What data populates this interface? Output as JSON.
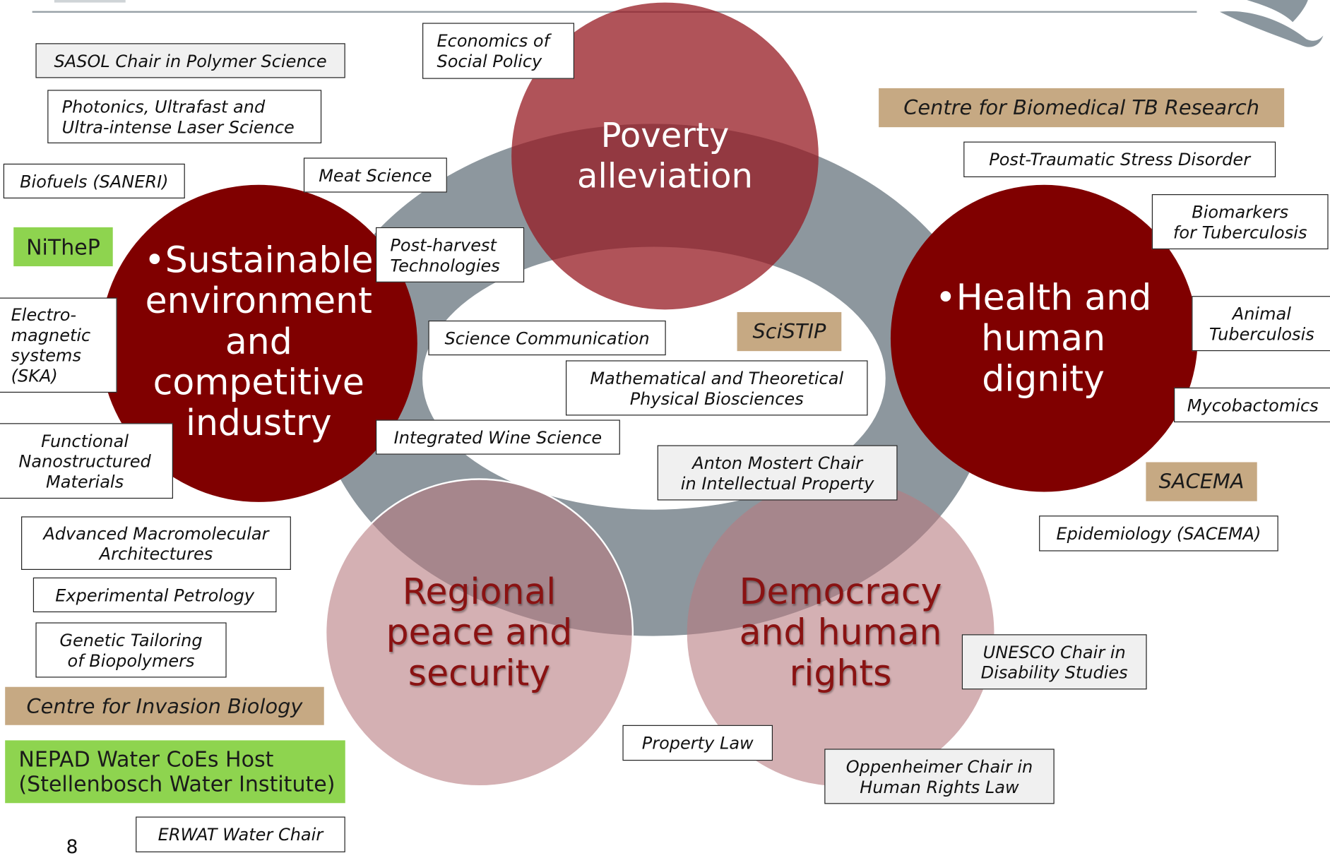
{
  "colors": {
    "dark_circle": "#800000",
    "poverty_circle": "#9b2a30",
    "light_circle": "#c99a9c",
    "ring": "#707d86",
    "tan": "#c6a983",
    "green": "#8ed44f"
  },
  "themes": {
    "poverty": "Poverty\nalleviation",
    "sustainable": "•Sustainable\nenvironment\nand\ncompetitive\nindustry",
    "health": "•Health and\nhuman\ndignity",
    "regional": "Regional\npeace and\nsecurity",
    "democracy": "Democracy\nand human\nrights"
  },
  "labels": {
    "sasol": "SASOL Chair in Polymer Science",
    "photonics": "Photonics, Ultrafast and\nUltra-intense Laser Science",
    "biofuels": "Biofuels (SANERI)",
    "nithep": "NiTheP",
    "electro": "Electro-\nmagnetic\nsystems\n(SKA)",
    "functional": "Functional\nNanostructured\nMaterials",
    "advanced": "Advanced Macromolecular\nArchitectures",
    "petrology": "Experimental Petrology",
    "genetic": "Genetic Tailoring\nof Biopolymers",
    "invasion": "Centre for Invasion Biology",
    "nepad": "NEPAD Water CoEs Host\n(Stellenbosch Water Institute)",
    "erwat": "ERWAT Water Chair",
    "economics": "Economics of\nSocial Policy",
    "meat": "Meat Science",
    "postharvest": "Post-harvest\nTechnologies",
    "scicomm": "Science Communication",
    "scistip": "SciSTIP",
    "math": "Mathematical and Theoretical\nPhysical Biosciences",
    "wine": "Integrated Wine Science",
    "mostert": "Anton Mostert Chair\nin Intellectual Property",
    "tb_centre": "Centre for Biomedical TB Research",
    "ptsd": "Post-Traumatic Stress Disorder",
    "biomarkers": "Biomarkers\nfor Tuberculosis",
    "animal_tb": "Animal\nTuberculosis",
    "myco": "Mycobactomics",
    "sacema": "SACEMA",
    "epidemiology": "Epidemiology (SACEMA)",
    "unesco": "UNESCO Chair in\nDisability Studies",
    "property": "Property Law",
    "oppenheimer": "Oppenheimer Chair in\nHuman Rights Law"
  },
  "page_number": "8"
}
